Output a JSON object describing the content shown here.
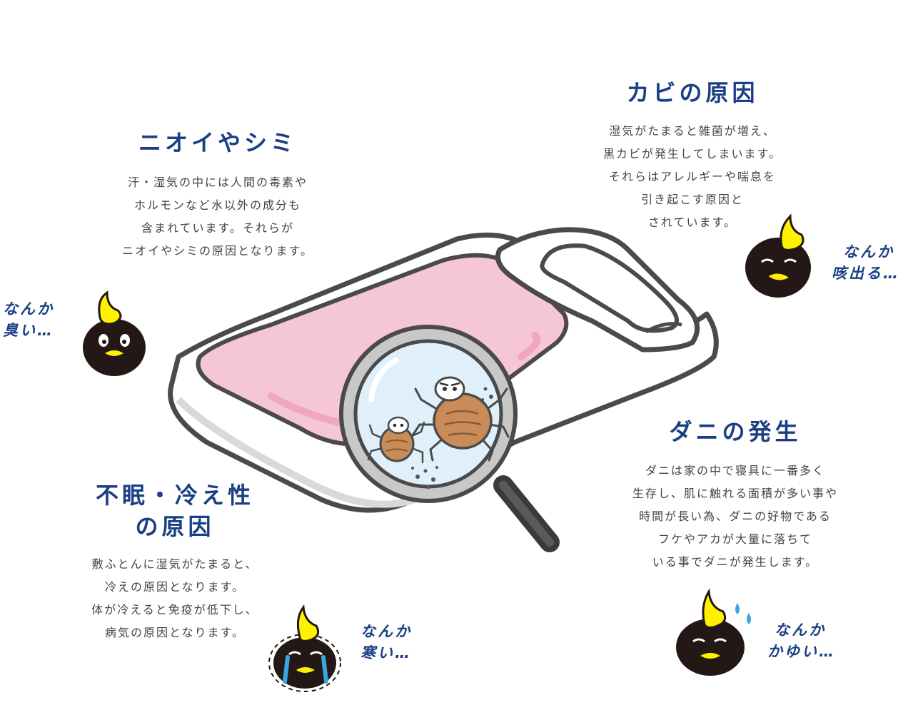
{
  "sections": {
    "odor": {
      "heading": "ニオイやシミ",
      "lines": [
        "汗・湿気の中には人間の毒素や",
        "ホルモンなど水以外の成分も",
        "含まれています。それらが",
        "ニオイやシミの原因となります。"
      ]
    },
    "mold": {
      "heading": "カビの原因",
      "lines": [
        "湿気がたまると雑菌が増え、",
        "黒カビが発生してしまいます。",
        "それらはアレルギーや喘息を",
        "引き起こす原因と",
        "されています。"
      ]
    },
    "mites": {
      "heading": "ダニの発生",
      "lines": [
        "ダニは家の中で寝具に一番多く",
        "生存し、肌に触れる面積が多い事や",
        "時間が長い為、ダニの好物である",
        "フケやアカが大量に落ちて",
        "いる事でダニが発生します。"
      ]
    },
    "insomnia": {
      "heading_lines": [
        "不眠・冷え性",
        "の原因"
      ],
      "lines": [
        "敷ふとんに湿気がたまると、",
        "冷えの原因となります。",
        "体が冷えると免疫が低下し、",
        "病気の原因となります。"
      ]
    }
  },
  "bubbles": {
    "smelly": [
      "なんか",
      "臭い…"
    ],
    "cough": [
      "なんか",
      "咳出る…"
    ],
    "cold": [
      "なんか",
      "寒い…"
    ],
    "itchy": [
      "なんか",
      "かゆい…"
    ]
  },
  "icons": {
    "futon": "futon-pillow-illustration",
    "magnifier": "magnifying-glass-icon",
    "mite": "dust-mite-icon",
    "character": "black-mascot-icon"
  },
  "colors": {
    "heading": "#1a3f84",
    "body": "#444444",
    "futon_pink": "#f5c6d6",
    "mascot_black": "#231815",
    "mascot_yellow": "#fff100",
    "mite_brown": "#c98b57"
  }
}
